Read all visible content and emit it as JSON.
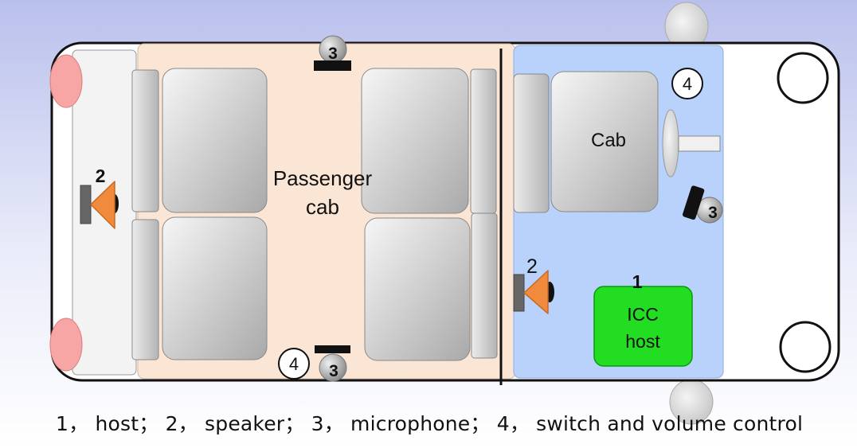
{
  "labels": {
    "passenger_line1": "Passenger",
    "passenger_line2": "cab",
    "cab": "Cab",
    "host_line1": "ICC",
    "host_line2": "host"
  },
  "markers": {
    "host": "1",
    "speaker": "2",
    "microphone": "3",
    "switch": "4"
  },
  "legend": "1， host； 2， speaker； 3， microphone； 4， switch and volume control",
  "colors": {
    "passenger_cab": "#fbe6d6",
    "cab": "#b8d2fb",
    "host": "#22dd22",
    "speaker": "#f08a3c",
    "tail_light": "#f7a5a5"
  }
}
